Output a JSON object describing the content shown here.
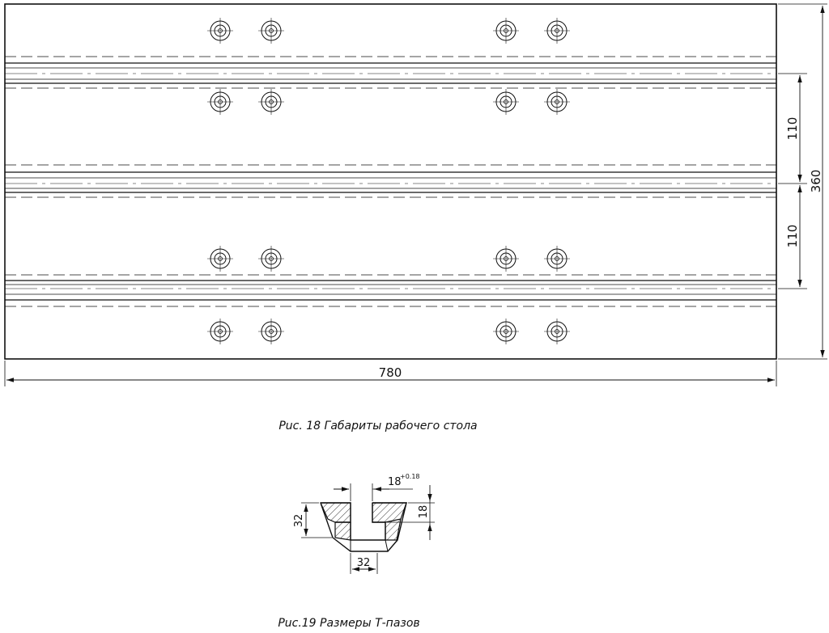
{
  "figure18": {
    "dims": {
      "length": "780",
      "width": "360",
      "slot_pitch_1": "110",
      "slot_pitch_2": "110"
    },
    "caption": "Рuc. 18 Габариты рабочего стола"
  },
  "figure19": {
    "dims": {
      "slot_width": "18",
      "slot_width_tol": "+0.18",
      "slot_depth": "18",
      "total_height": "32",
      "bottom_width": "32"
    },
    "caption": "Рuc.19 Размеры Т-пазов"
  }
}
